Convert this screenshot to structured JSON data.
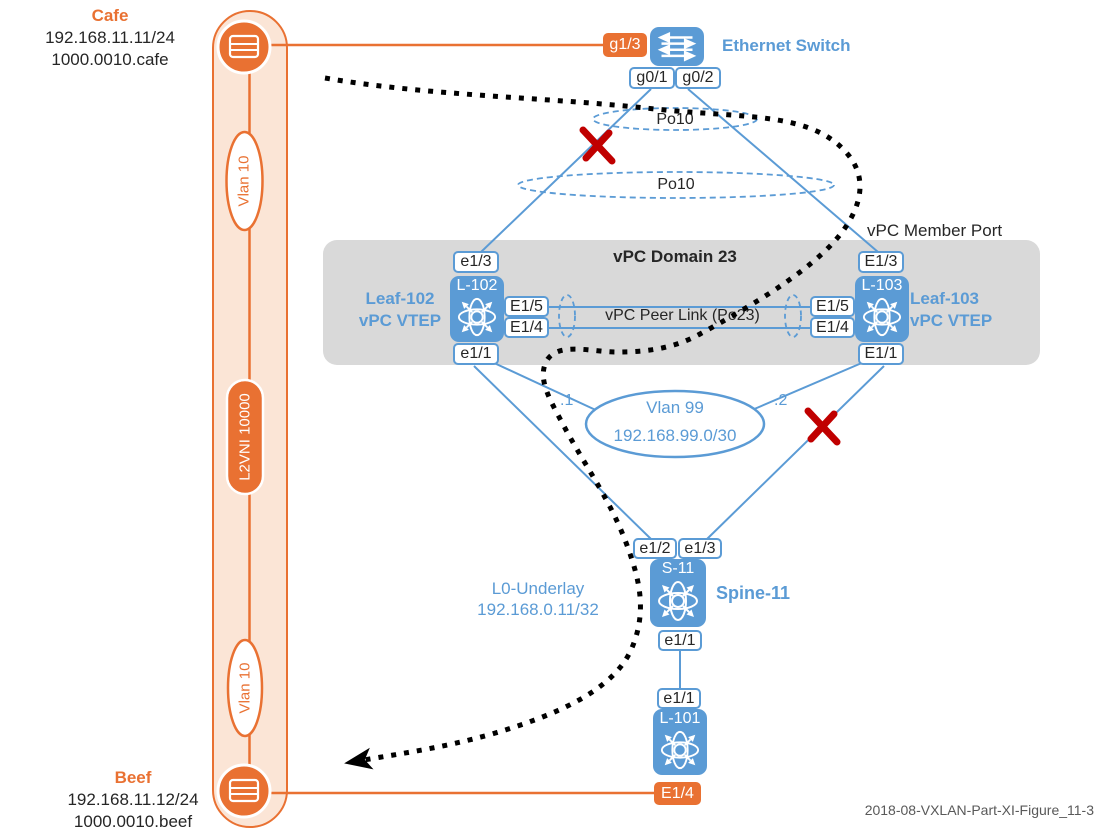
{
  "hosts": {
    "cafe": {
      "name": "Cafe",
      "ip": "192.168.11.11/24",
      "mac": "1000.0010.cafe"
    },
    "beef": {
      "name": "Beef",
      "ip": "192.168.11.12/24",
      "mac": "1000.0010.beef"
    }
  },
  "segment": {
    "vlan_top": "Vlan 10",
    "l2vni": "L2VNI 10000",
    "vlan_bottom": "Vlan 10"
  },
  "ethernet_switch": {
    "label": "Ethernet Switch",
    "port_g13": "g1/3",
    "port_g01": "g0/1",
    "port_g02": "g0/2"
  },
  "port_channel": {
    "top": "Po10",
    "bottom": "Po10"
  },
  "vpc": {
    "domain_title": "vPC Domain 23",
    "peer_link": "vPC Peer Link (Po23)",
    "member_port": "vPC Member Port"
  },
  "leaf102": {
    "label": "Leaf-102",
    "role": "vPC VTEP",
    "node": "L-102",
    "port_top": "e1/3",
    "port_right_upper": "E1/5",
    "port_right_lower": "E1/4",
    "port_bottom": "e1/1"
  },
  "leaf103": {
    "label": "Leaf-103",
    "role": "vPC VTEP",
    "node": "L-103",
    "port_top": "E1/3",
    "port_left_upper": "E1/5",
    "port_left_lower": "E1/4",
    "port_bottom": "E1/1"
  },
  "vlan99": {
    "label": "Vlan 99",
    "subnet": "192.168.99.0/30",
    "left_ip": ".1",
    "right_ip": ".2"
  },
  "spine11": {
    "label": "Spine-11",
    "node": "S-11",
    "port_left": "e1/2",
    "port_right": "e1/3",
    "port_bottom": "e1/1",
    "underlay_label": "L0-Underlay",
    "underlay_ip": "192.168.0.11/32"
  },
  "leaf101": {
    "node": "L-101",
    "port_top": "e1/1",
    "port_bottom": "E1/4"
  },
  "footer": {
    "caption": "2018-08-VXLAN-Part-XI-Figure_11-3"
  },
  "colors": {
    "orange": "#E97132",
    "orange_light": "#FBE5D6",
    "blue": "#5B9BD5",
    "gray_box": "#D9D9D9",
    "red_x": "#C00000",
    "text_dark": "#262626",
    "footer_gray": "#595959"
  }
}
